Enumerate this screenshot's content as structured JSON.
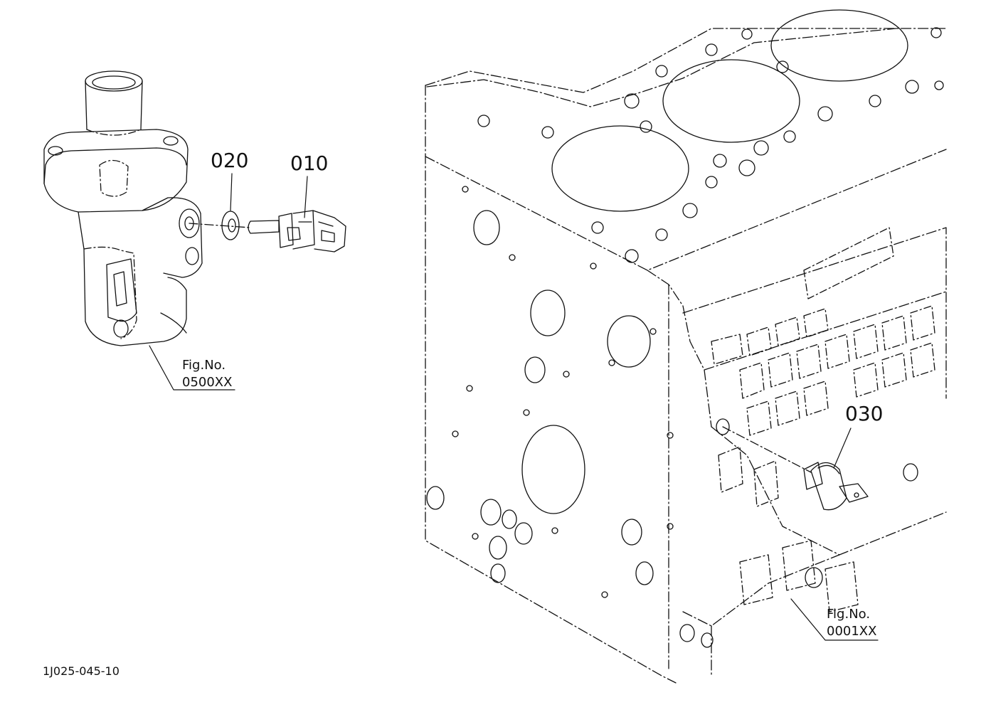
{
  "callouts": {
    "part_010": "010",
    "part_020": "020",
    "part_030": "030"
  },
  "fig_refs": {
    "thermostat": {
      "line1": "Fig.No.",
      "line2": "0500XX"
    },
    "block": {
      "line1": "Fig.No.",
      "line2": "0001XX"
    }
  },
  "doc_id": "1J025-045-10",
  "colors": {
    "ink": "#111111",
    "background": "#ffffff"
  }
}
